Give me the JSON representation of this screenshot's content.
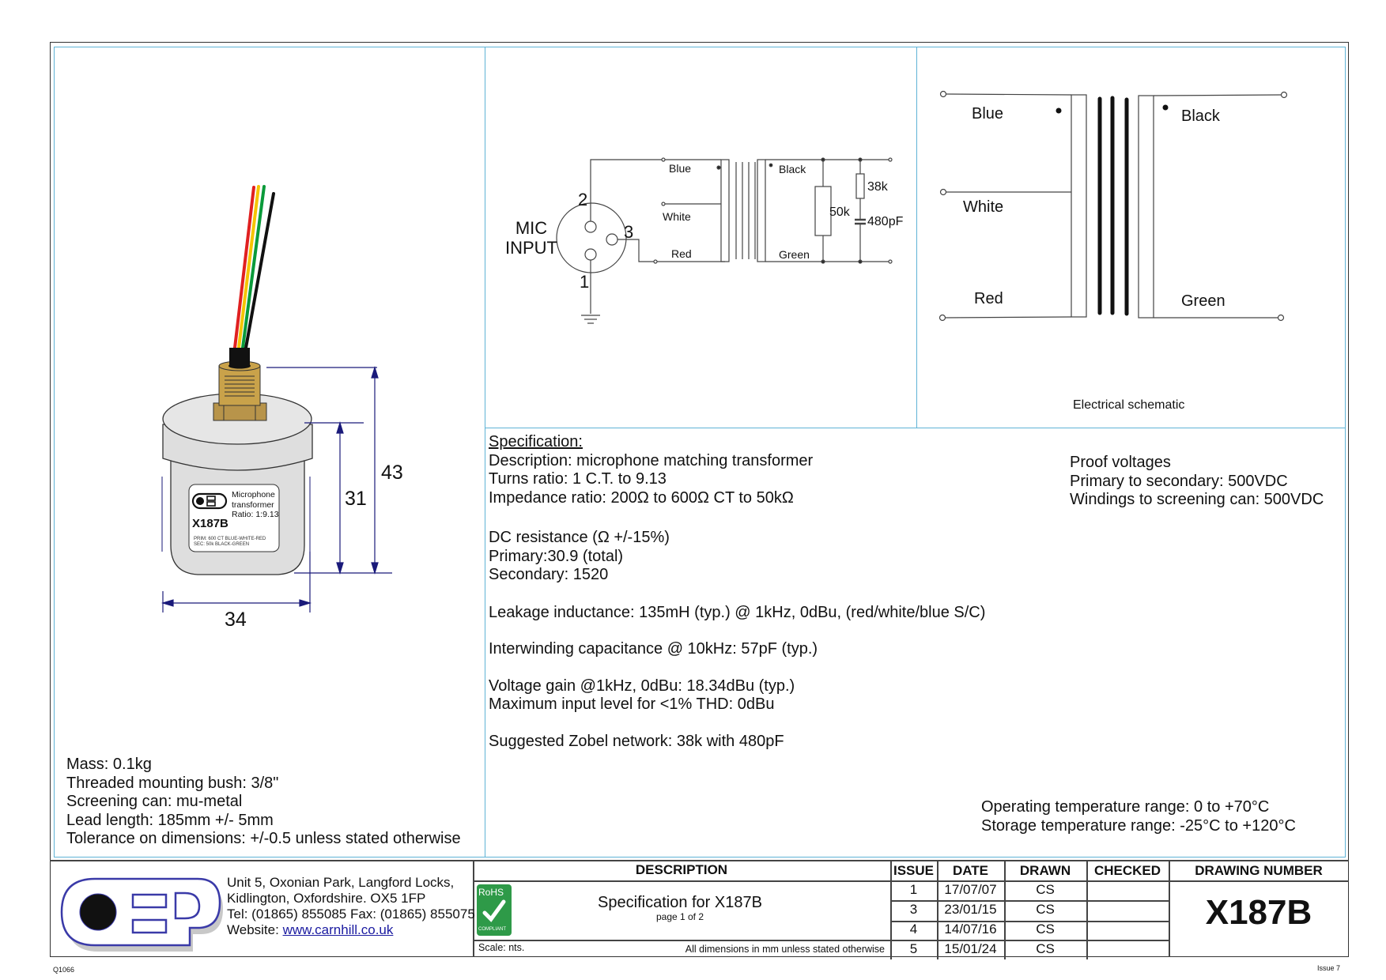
{
  "drawing": {
    "product_image": {
      "label_title_line1": "Microphone",
      "label_title_line2": "transformer",
      "label_ratio": "Ratio: 1:9.13",
      "label_part": "X187B",
      "label_prim": "PRIM: 600 CT BLUE-WHITE-RED",
      "label_sec": "SEC: 50k BLACK-GREEN",
      "wire_colors": [
        "#e02020",
        "#f5c400",
        "#0a9a3a",
        "#111111"
      ],
      "brass_color": "#c9a24a",
      "can_color": "#dedede",
      "dim_color": "#1a1a7a"
    },
    "dimensions": {
      "height_total": "43",
      "height_can": "31",
      "width": "34"
    },
    "physical": [
      "Mass: 0.1kg",
      "Threaded mounting bush: 3/8\"",
      "Screening can: mu-metal",
      "Lead length: 185mm +/- 5mm",
      "Tolerance on dimensions: +/-0.5 unless stated otherwise"
    ]
  },
  "application_circuit": {
    "mic_label_1": "MIC",
    "mic_label_2": "INPUT",
    "pin_2": "2",
    "pin_3": "3",
    "pin_1": "1",
    "wire_blue": "Blue",
    "wire_white": "White",
    "wire_red": "Red",
    "wire_black": "Black",
    "wire_green": "Green",
    "r_load": "50k",
    "r_zobel": "38k",
    "c_zobel": "480pF"
  },
  "electrical_schematic": {
    "blue": "Blue",
    "white": "White",
    "red": "Red",
    "black": "Black",
    "green": "Green",
    "caption": "Electrical schematic"
  },
  "specification": {
    "heading": "Specification:",
    "lines_a": [
      "Description: microphone matching transformer",
      "Turns ratio: 1 C.T. to 9.13",
      "Impedance ratio: 200Ω to 600Ω CT to 50kΩ"
    ],
    "lines_b": [
      "DC resistance (Ω +/-15%)",
      "Primary:30.9 (total)",
      "Secondary: 1520"
    ],
    "leakage": "Leakage inductance: 135mH (typ.) @ 1kHz, 0dBu, (red/white/blue S/C)",
    "interwinding": "Interwinding capacitance @ 10kHz: 57pF (typ.)",
    "gain": "Voltage gain @1kHz, 0dBu: 18.34dBu (typ.)",
    "max_input": "Maximum input level for <1% THD: 0dBu",
    "zobel": "Suggested Zobel network: 38k with 480pF",
    "proof": [
      "Proof voltages",
      "Primary to secondary: 500VDC",
      "Windings to screening can: 500VDC"
    ],
    "temps": [
      "Operating temperature range: 0 to +70°C",
      "Storage temperature range: -25°C to +120°C"
    ]
  },
  "title_block": {
    "logo_text": "OEP",
    "address": [
      "Unit 5, Oxonian Park, Langford Locks,",
      "Kidlington, Oxfordshire.  OX5 1FP",
      "Tel: (01865) 855085 Fax: (01865) 855075"
    ],
    "website_label": "Website: ",
    "website": "www.carnhill.co.uk",
    "description_header": "DESCRIPTION",
    "rohs_top": "RoHS",
    "rohs_bottom": "COMPLIANT",
    "rohs_color": "#2e9a48",
    "description": "Specification for X187B",
    "page": "page 1 of 2",
    "scale": "Scale:  nts.",
    "dims_note": "All dimensions in mm unless stated otherwise",
    "headers": {
      "issue": "ISSUE",
      "date": "DATE",
      "drawn": "DRAWN",
      "checked": "CHECKED",
      "drawing_number": "DRAWING NUMBER"
    },
    "revisions": [
      {
        "issue": "1",
        "date": "17/07/07",
        "drawn": "CS",
        "checked": ""
      },
      {
        "issue": "3",
        "date": "23/01/15",
        "drawn": "CS",
        "checked": ""
      },
      {
        "issue": "4",
        "date": "14/07/16",
        "drawn": "CS",
        "checked": ""
      },
      {
        "issue": "5",
        "date": "15/01/24",
        "drawn": "CS",
        "checked": ""
      }
    ],
    "drawing_number": "X187B"
  },
  "footer": {
    "form_code": "Q1066",
    "form_issue": "Issue 7"
  }
}
